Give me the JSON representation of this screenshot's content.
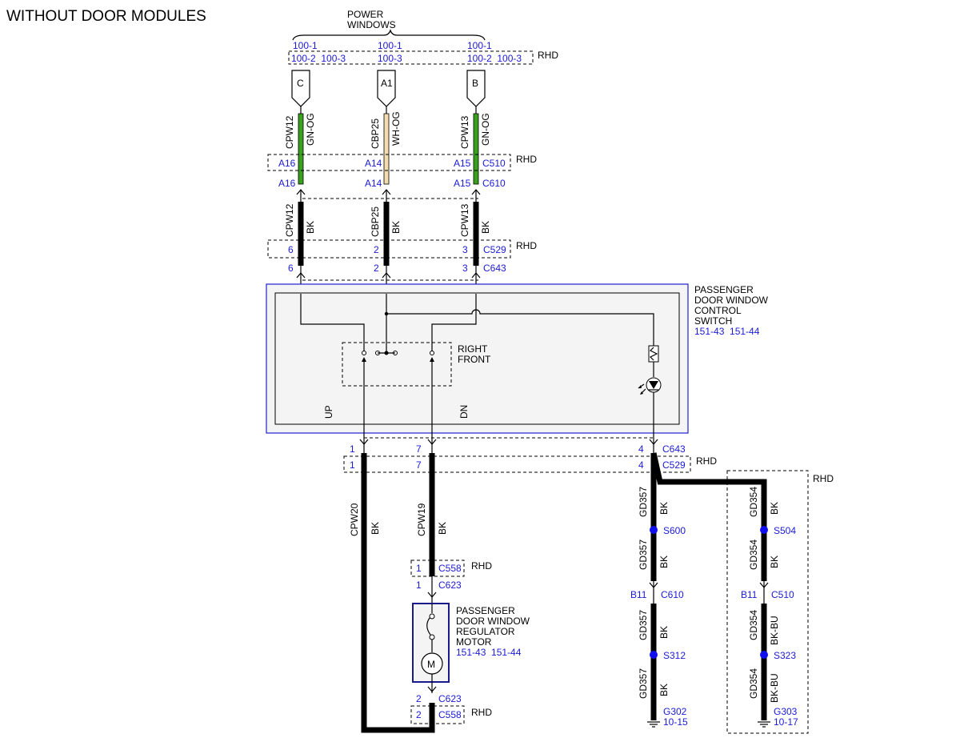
{
  "title": "WITHOUT DOOR MODULES",
  "colors": {
    "ref_blue": "#1a1ad6",
    "gn_og": "#3aa11e",
    "wh_og": "#f3dcae",
    "splice": "#1010ee"
  },
  "power_windows": {
    "label1": "POWER",
    "label2": "WINDOWS",
    "row1": [
      "100-1",
      "100-1",
      "100-1"
    ],
    "row2": [
      "100-2  100-3",
      "100-3",
      "100-2  100-3"
    ],
    "rhd": "RHD"
  },
  "connectors": {
    "c": "C",
    "a1": "A1",
    "b": "B"
  },
  "wires_top": [
    {
      "circuit": "CPW12",
      "color": "GN-OG"
    },
    {
      "circuit": "CBP25",
      "color": "WH-OG"
    },
    {
      "circuit": "CPW13",
      "color": "GN-OG"
    }
  ],
  "c510_row": {
    "pins": [
      "A16",
      "A14",
      "A15"
    ],
    "conn": "C510",
    "rhd": "RHD"
  },
  "c610_row": {
    "pins": [
      "A16",
      "A14",
      "A15"
    ],
    "conn": "C610"
  },
  "wires_mid": [
    {
      "circuit": "CPW12",
      "color": "BK"
    },
    {
      "circuit": "CBP25",
      "color": "BK"
    },
    {
      "circuit": "CPW13",
      "color": "BK"
    }
  ],
  "c529_row": {
    "pins": [
      "6",
      "2",
      "3"
    ],
    "conn": "C529",
    "rhd": "RHD"
  },
  "c643_row": {
    "pins": [
      "6",
      "2",
      "3"
    ],
    "conn": "C643"
  },
  "switch": {
    "name": [
      "PASSENGER",
      "DOOR WINDOW",
      "CONTROL",
      "SWITCH"
    ],
    "refs": "151-43  151-44",
    "group_label": [
      "RIGHT",
      "FRONT"
    ],
    "up": "UP",
    "dn": "DN"
  },
  "lower_c643": {
    "pins": [
      "1",
      "7",
      "4"
    ],
    "conn": "C643"
  },
  "lower_c529": {
    "pins": [
      "1",
      "7",
      "4"
    ],
    "conn": "C529",
    "rhd": "RHD"
  },
  "wire_cpw20": {
    "circuit": "CPW20",
    "color": "BK"
  },
  "wire_cpw19": {
    "circuit": "CPW19",
    "color": "BK"
  },
  "c558_top": {
    "pin": "1",
    "conn": "C558",
    "rhd": "RHD"
  },
  "c623_top": {
    "pin": "1",
    "conn": "C623"
  },
  "motor": {
    "name": [
      "PASSENGER",
      "DOOR WINDOW",
      "REGULATOR",
      "MOTOR"
    ],
    "refs": "151-43  151-44",
    "symbol": "M"
  },
  "c623_bot": {
    "pin": "2",
    "conn": "C623"
  },
  "c558_bot": {
    "pin": "2",
    "conn": "C558",
    "rhd": "RHD"
  },
  "gd357": {
    "w1": {
      "circuit": "GD357",
      "color": "BK"
    },
    "splice1": "S600",
    "w2": {
      "circuit": "GD357",
      "color": "BK"
    },
    "pin": "B11",
    "conn": "C610",
    "w3": {
      "circuit": "GD357",
      "color": "BK"
    },
    "splice2": "S312",
    "w4": {
      "circuit": "GD357",
      "color": "BK"
    },
    "ground": "G302",
    "ground_ref": "10-15"
  },
  "gd354": {
    "rhd": "RHD",
    "w1": {
      "circuit": "GD354",
      "color": "BK"
    },
    "splice1": "S504",
    "w2": {
      "circuit": "GD354",
      "color": "BK"
    },
    "pin": "B11",
    "conn": "C510",
    "w3": {
      "circuit": "GD354",
      "color": "BK-BU"
    },
    "splice2": "S323",
    "w4": {
      "circuit": "GD354",
      "color": "BK-BU"
    },
    "ground": "G303",
    "ground_ref": "10-17"
  }
}
